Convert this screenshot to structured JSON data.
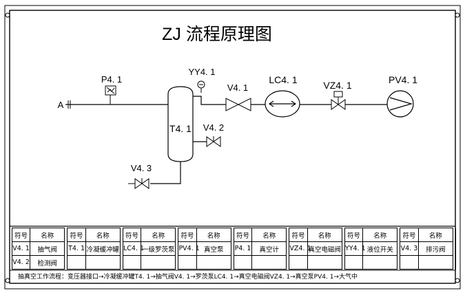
{
  "title": "ZJ 流程原理图",
  "labels": {
    "inlet": "A",
    "p41": "P4. 1",
    "yy41": "YY4. 1",
    "v41": "V4. 1",
    "lc41": "LC4. 1",
    "vz41": "VZ4. 1",
    "pv41": "PV4. 1",
    "t41": "T4. 1",
    "v42": "V4. 2",
    "v43": "V4. 3"
  },
  "legend": {
    "header_symbol": "符号",
    "header_name": "名称",
    "rows": [
      [
        {
          "symbol": "V4. 1",
          "name": "抽气阀"
        },
        {
          "symbol": "T4. 1",
          "name": "冷凝缓冲罐"
        },
        {
          "symbol": "LC4. 1",
          "name": "一级罗茨泵"
        },
        {
          "symbol": "PV4. 1",
          "name": "真空泵"
        },
        {
          "symbol": "P4. 1",
          "name": "真空计"
        },
        {
          "symbol": "VZ4. 1",
          "name": "真空电磁阀"
        },
        {
          "symbol": "YY4. 1",
          "name": "液位开关"
        },
        {
          "symbol": "V4. 3",
          "name": "排污阀"
        }
      ],
      [
        {
          "symbol": "V4. 2",
          "name": "检测阀"
        }
      ]
    ]
  },
  "flow_note": "抽真空工作流程：变压器接口→冷凝缓冲罐T4. 1→抽气阀V4. 1→罗茨泵LC4. 1→真空电磁阀VZ4. 1→真空泵PV4. 1→大气中"
}
